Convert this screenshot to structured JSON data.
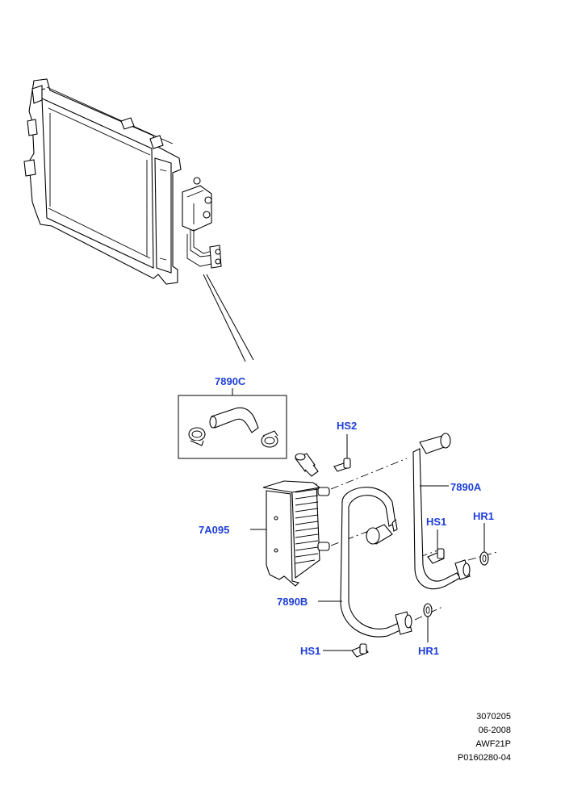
{
  "labels": {
    "hose_kit": "7890C",
    "hose_a": "7890A",
    "hose_b": "7890B",
    "oil_cooler": "7A095",
    "hs2": "HS2",
    "hs1_upper": "HS1",
    "hs1_lower": "HS1",
    "hr1_upper": "HR1",
    "hr1_lower": "HR1"
  },
  "footer": {
    "line1": "3070205",
    "line2": "06-2008",
    "line3": "AWF21P",
    "line4": "P0160280-04"
  },
  "colors": {
    "callout": "#1f3fd8",
    "line": "#000000"
  }
}
